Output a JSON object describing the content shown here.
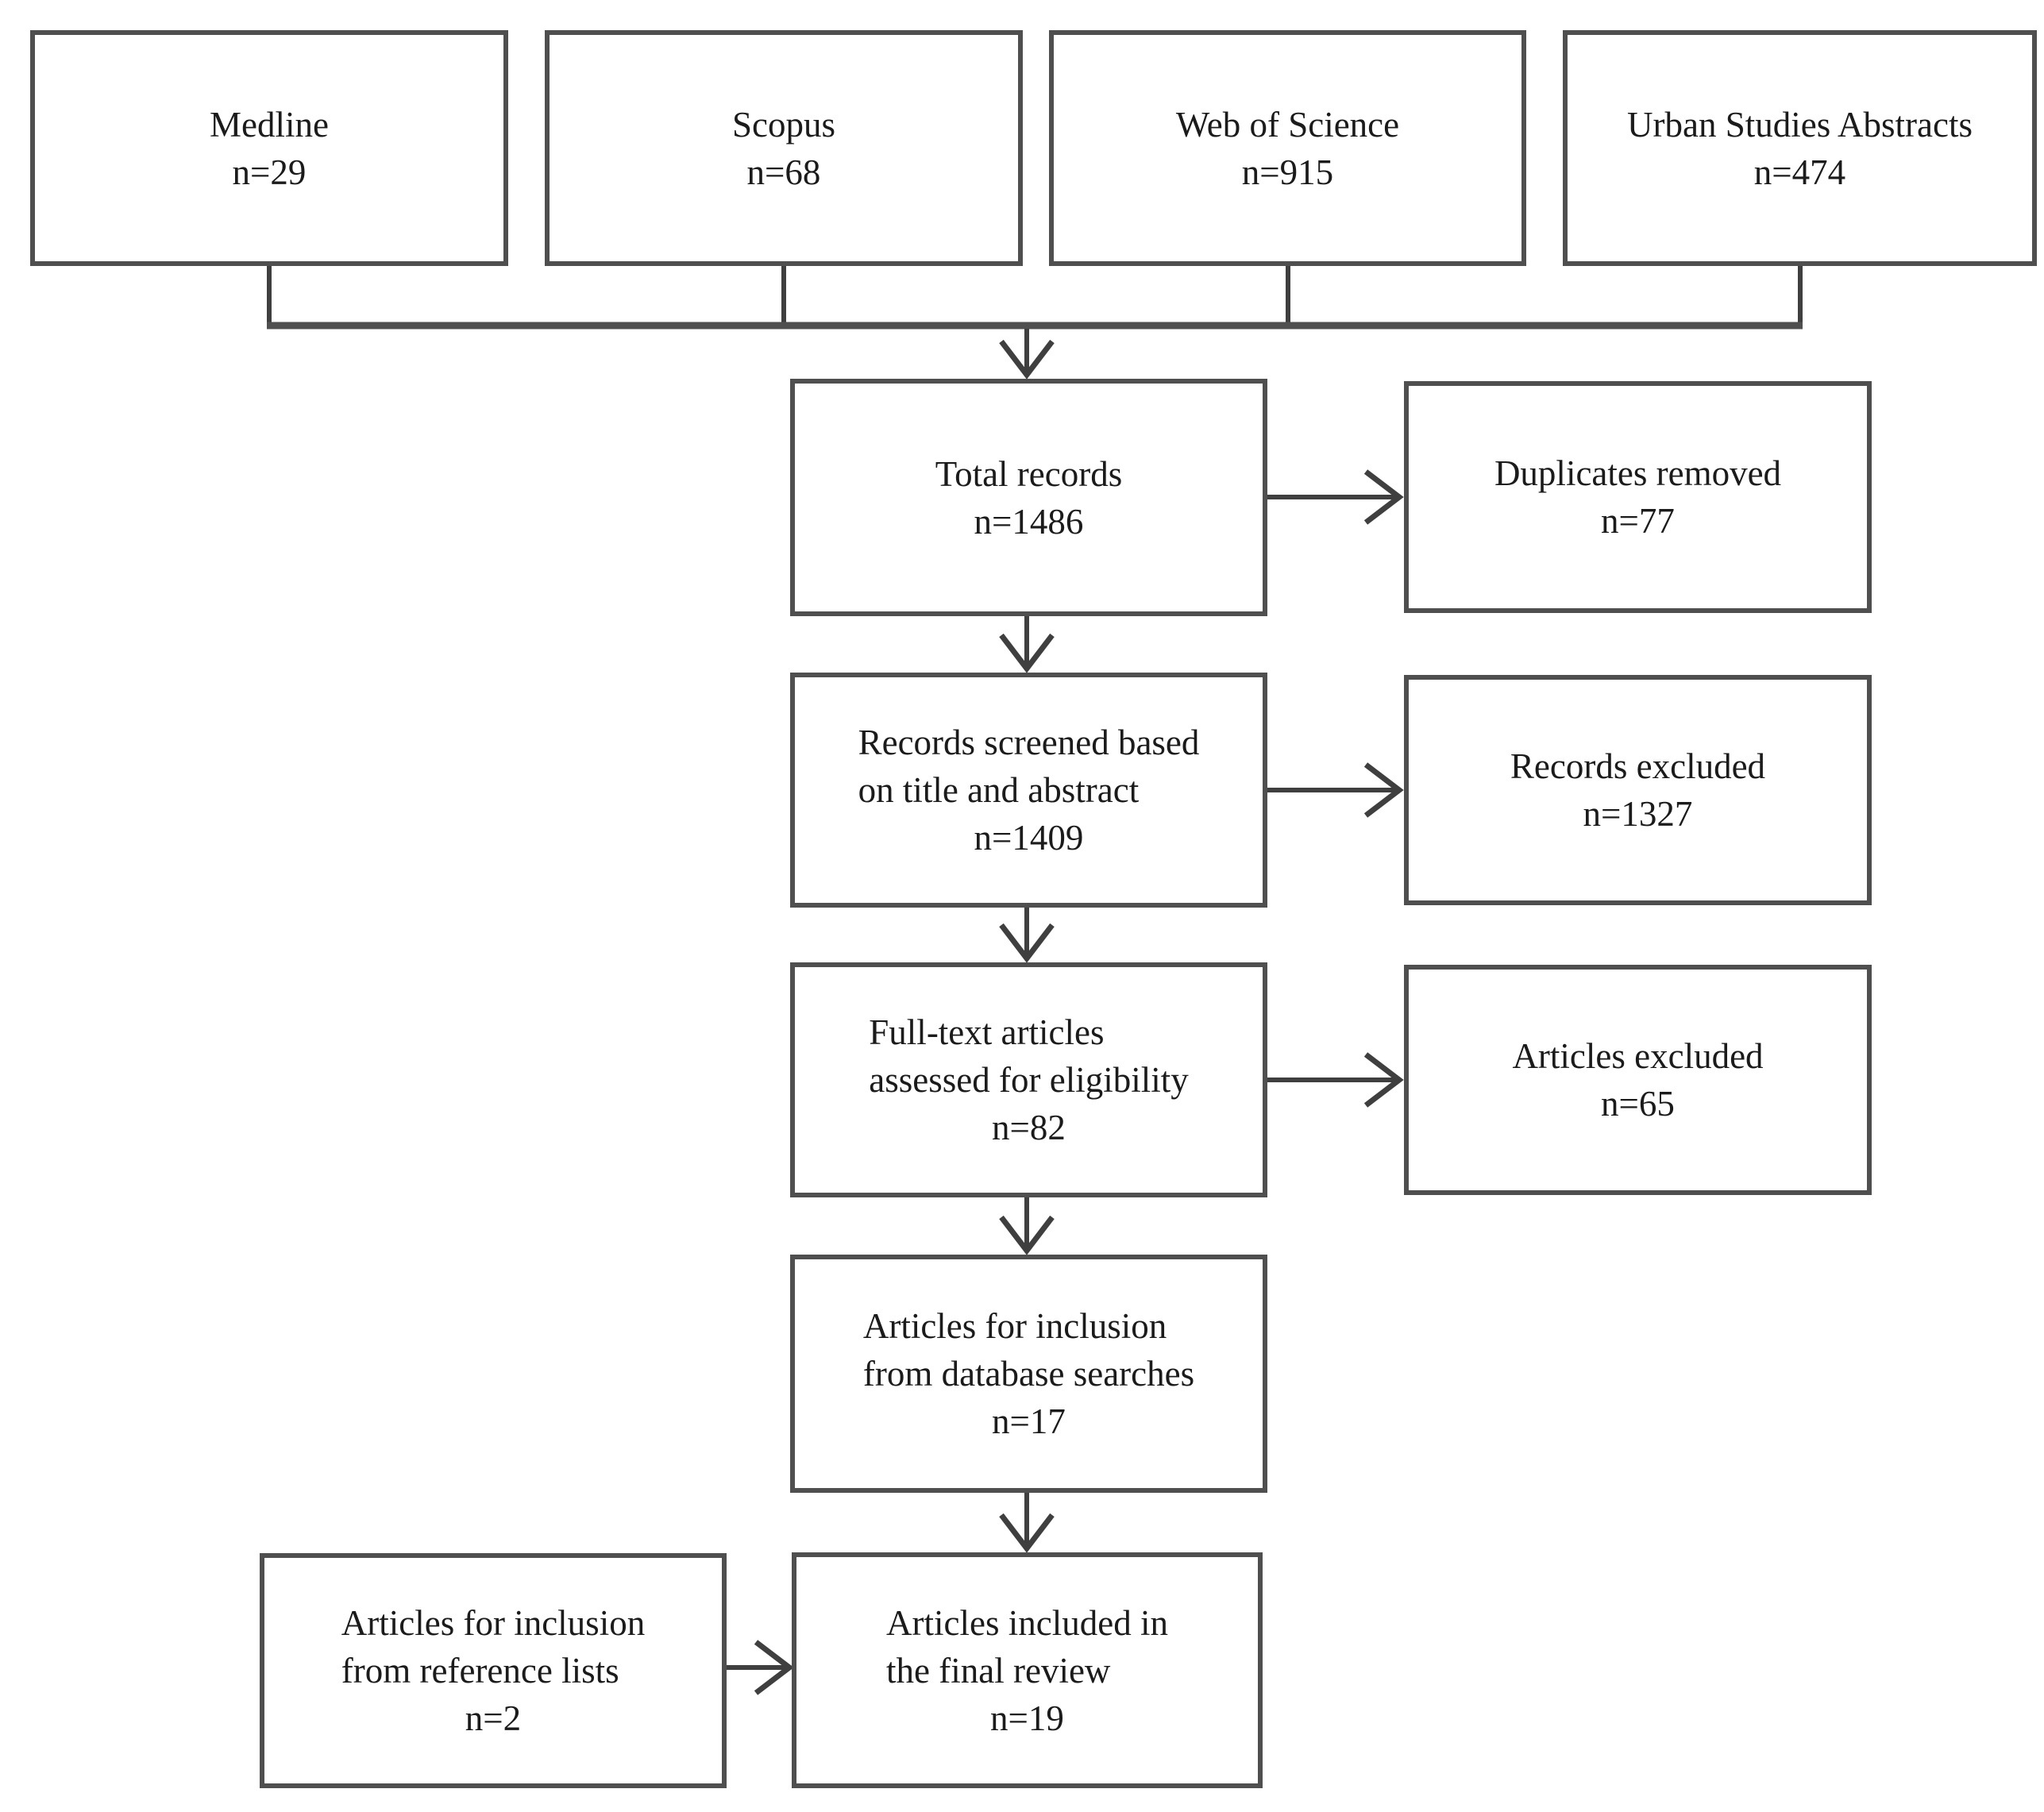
{
  "diagram": {
    "sources": [
      {
        "id": "medline",
        "label": "Medline",
        "n": "n=29"
      },
      {
        "id": "scopus",
        "label": "Scopus",
        "n": "n=68"
      },
      {
        "id": "web-of-science",
        "label": "Web of Science",
        "n": "n=915"
      },
      {
        "id": "urban-studies-abstracts",
        "label": "Urban Studies Abstracts",
        "n": "n=474"
      }
    ],
    "flow": [
      {
        "id": "total-records",
        "label": "Total records",
        "n": "n=1486"
      },
      {
        "id": "records-screened",
        "label": "Records screened based\non title and abstract",
        "n": "n=1409"
      },
      {
        "id": "full-text-assessed",
        "label": "Full-text articles\nassessed for eligibility",
        "n": "n=82"
      },
      {
        "id": "inclusion-database",
        "label": "Articles for inclusion\nfrom database searches",
        "n": "n=17"
      },
      {
        "id": "final-review",
        "label": "Articles included in\nthe final review",
        "n": "n=19"
      }
    ],
    "excluded": [
      {
        "id": "duplicates-removed",
        "label": "Duplicates removed",
        "n": "n=77"
      },
      {
        "id": "records-excluded",
        "label": "Records excluded",
        "n": "n=1327"
      },
      {
        "id": "articles-excluded",
        "label": "Articles excluded",
        "n": "n=65"
      }
    ],
    "side_source": {
      "id": "inclusion-references",
      "label": "Articles for inclusion\nfrom reference lists",
      "n": "n=2"
    },
    "colors": {
      "box_border": "#4f4f4f",
      "connector_line": "#3f3f3f",
      "text": "#1b1b1b",
      "background": "#ffffff"
    }
  }
}
